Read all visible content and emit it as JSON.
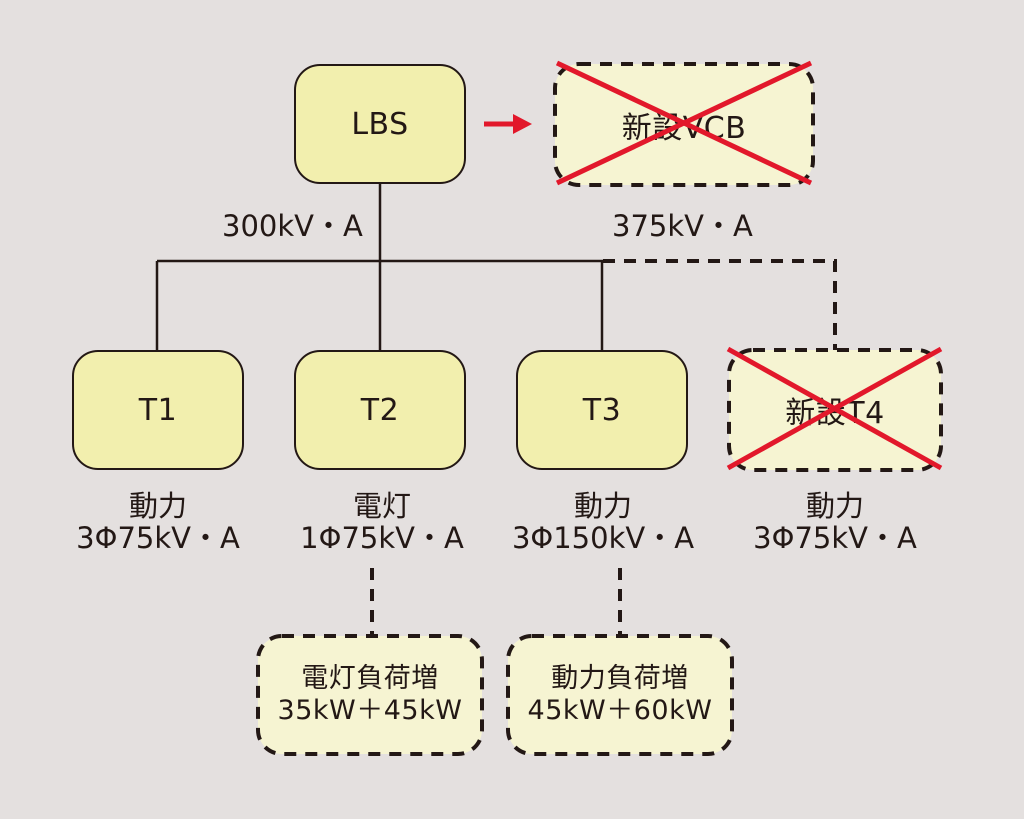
{
  "colors": {
    "background": "#e4e0df",
    "box_fill": "#f2efae",
    "new_fill": "#f6f4d2",
    "line": "#231815",
    "cross": "#e2182b"
  },
  "lbs": {
    "label": "LBS",
    "capacity": "300kV・A"
  },
  "vcb": {
    "label": "新設VCB",
    "capacity": "375kV・A",
    "crossed_out": true
  },
  "transformers": [
    {
      "name": "T1",
      "type": "動力",
      "rating": "3Φ75kV・A"
    },
    {
      "name": "T2",
      "type": "電灯",
      "rating": "1Φ75kV・A"
    },
    {
      "name": "T3",
      "type": "動力",
      "rating": "3Φ150kV・A"
    },
    {
      "name": "新設T4",
      "type": "動力",
      "rating": "3Φ75kV・A",
      "crossed_out": true
    }
  ],
  "loads": [
    {
      "title": "電灯負荷増",
      "value": "35kW＋45kW"
    },
    {
      "title": "動力負荷増",
      "value": "45kW＋60kW"
    }
  ]
}
